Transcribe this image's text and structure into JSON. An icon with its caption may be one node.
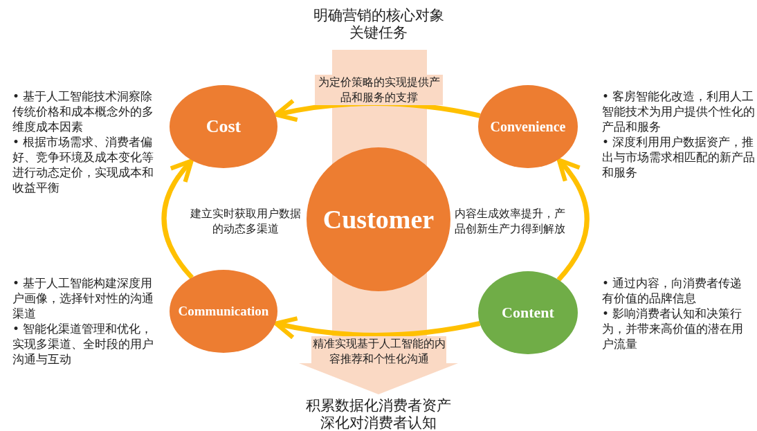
{
  "diagram": {
    "nodes": [
      {
        "text": [
          "Cost"
        ],
        "beside": [
          "• 基于人工智能技术洞察除传统价格和成本概念外的多维度成本因素",
          "• 根据市场需求、消费者偏好、竞争环境及成本变化等进行动态定价，实现成本和收益平衡"
        ]
      },
      {
        "text": [
          "Convenience"
        ],
        "beside": [
          "• 客房智能化改造，利用人工智能技术为用户提供个性化的产品和服务",
          "• 深度利用用户数据资产，推出与市场需求相匹配的新产品和服务"
        ]
      },
      {
        "text": [
          "Customer"
        ]
      },
      {
        "text": [
          "Communication"
        ],
        "beside": [
          "• 基于人工智能构建深度用户画像，选择针对性的沟通渠道",
          "• 智能化渠道管理和优化，实现多渠道、全时段的用户沟通与互动"
        ]
      },
      {
        "text": [
          "Content"
        ],
        "beside": [
          "• 通过内容，向消费者传递有价值的品牌信息",
          "• 影响消费者认知和决策行为，并带来高价值的潜在用户流量"
        ]
      },
      {
        "text": [
          "明确营销的核心对象",
          "关键任务"
        ]
      },
      {
        "text": [
          "积累数据化消费者资产",
          "深化对消费者认知"
        ]
      }
    ],
    "edges": [
      {
        "from": 1,
        "to": 0,
        "arrow": "to",
        "label": "为定价策略的实现提供产品和服务的支撑"
      },
      {
        "from": 3,
        "to": 0,
        "arrow": "to",
        "label": "建立实时获取用户数据的动态多渠道"
      },
      {
        "from": 4,
        "to": 1,
        "arrow": "to",
        "label": "内容生成效率提升，产品创新生产力得到解放"
      },
      {
        "from": 4,
        "to": 3,
        "arrow": "to",
        "label": "精准实现基于人工智能的内容推荐和个性化沟通"
      },
      {
        "from": 5,
        "to": 6,
        "arrow": "to",
        "style": "thick",
        "color": "#fad9c4"
      }
    ]
  }
}
